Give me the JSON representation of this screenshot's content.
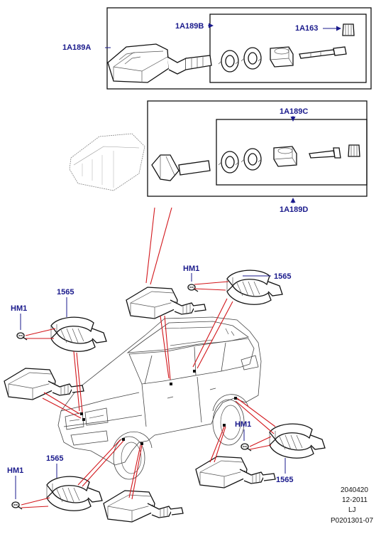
{
  "callouts": {
    "sensor_kit_a": "1A189A",
    "valve_kit_b": "1A189B",
    "valve_cap": "1A163",
    "valve_kit_c": "1A189C",
    "valve_kit_d": "1A189D",
    "bracket": "1565",
    "screw": "HM1"
  },
  "footer": {
    "line1": "2040420",
    "line2": "12-2011",
    "line3": "LJ",
    "line4": "P0201301-07"
  },
  "colors": {
    "callout_text": "#1a1a8c",
    "leader_red": "#d2161b"
  }
}
